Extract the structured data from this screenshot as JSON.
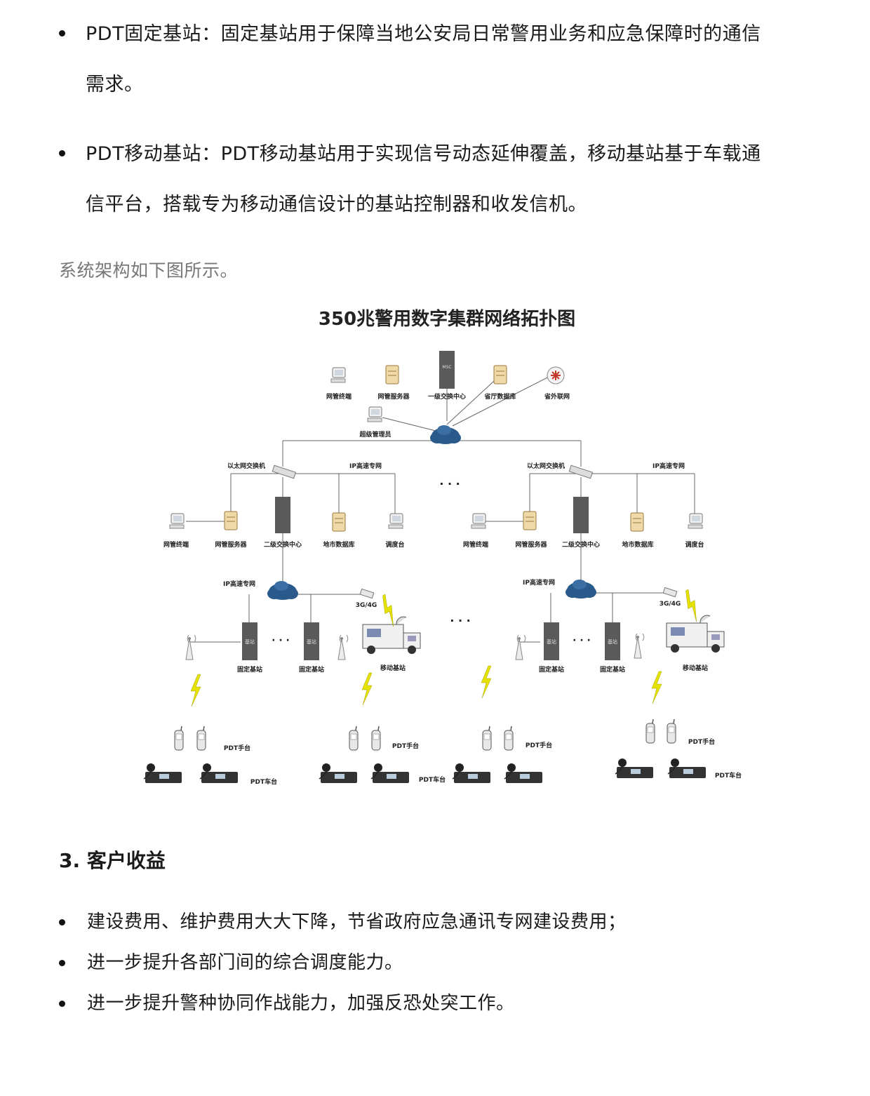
{
  "bullets_top": [
    {
      "line1": "PDT固定基站：固定基站用于保障当地公安局日常警用业务和应急保障时的通信",
      "line2": "需求。"
    },
    {
      "line1": "PDT移动基站：PDT移动基站用于实现信号动态延伸覆盖，移动基站基于车载通",
      "line2": "信平台，搭载专为移动通信设计的基站控制器和收发信机。"
    }
  ],
  "intro": "系统架构如下图所示。",
  "diagram": {
    "title": "350兆警用数字集群网络拓扑图",
    "msc_text": "MSC",
    "top_nodes": [
      "网管终端",
      "网管服务器",
      "一级交换中心",
      "省厅数据库",
      "省外联网"
    ],
    "admin": "超级管理员",
    "ethernet_switch": "以太网交换机",
    "ip_net": "IP高速专网",
    "secondary_nodes": [
      "网管终端",
      "网管服务器",
      "二级交换中心",
      "地市数据库",
      "调度台"
    ],
    "ellipsis": "· · ·",
    "lte": "3G/4G",
    "bs_text": "基站",
    "fixed_bs": "固定基站",
    "mobile_bs": "移动基站",
    "handset": "PDT手台",
    "vehicle": "PDT车台"
  },
  "section_heading": "3. 客户收益",
  "benefits": [
    "建设费用、维护费用大大下降，节省政府应急通讯专网建设费用；",
    "进一步提升各部门间的综合调度能力。",
    "进一步提升警种协同作战能力，加强反恐处突工作。"
  ],
  "colors": {
    "cloud": "#2a5a8c",
    "lightning": "#e6e200",
    "msc": "#5a5a5a",
    "text_gray": "#777777"
  }
}
